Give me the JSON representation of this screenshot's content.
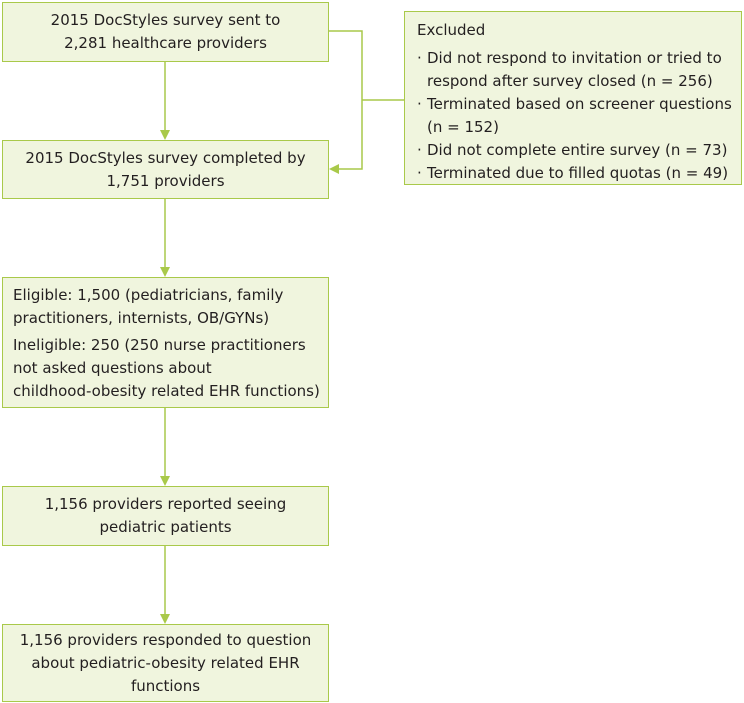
{
  "boxes": {
    "survey_sent": [
      "2015 DocStyles survey sent to",
      "2,281 healthcare providers"
    ],
    "survey_completed": [
      "2015 DocStyles survey completed by",
      "1,751 providers"
    ],
    "eligibility": {
      "eligible": [
        "Eligible: 1,500 (pediatricians, family",
        "practitioners, internists, OB/GYNs)"
      ],
      "ineligible": [
        "Ineligible: 250 (250 nurse practitioners",
        "not asked questions about",
        "childhood-obesity related EHR functions)"
      ]
    },
    "pediatric": [
      "1,156 providers reported seeing",
      "pediatric patients"
    ],
    "responded": [
      "1,156 providers responded to question",
      "about pediatric-obesity related EHR",
      "functions"
    ]
  },
  "excluded": {
    "title": "Excluded",
    "bullet": "·",
    "items": [
      [
        "Did not respond to invitation or tried to",
        "respond after survey closed (n = 256)"
      ],
      [
        "Terminated based on screener questions",
        "(n = 152)"
      ],
      [
        "Did not complete entire survey (n = 73)"
      ],
      [
        "Terminated due to filled quotas (n = 49)"
      ]
    ]
  },
  "colors": {
    "box_fill": "#f0f5de",
    "box_border": "#a9c94a",
    "connector": "#a9c94a",
    "text": "#231f20"
  }
}
